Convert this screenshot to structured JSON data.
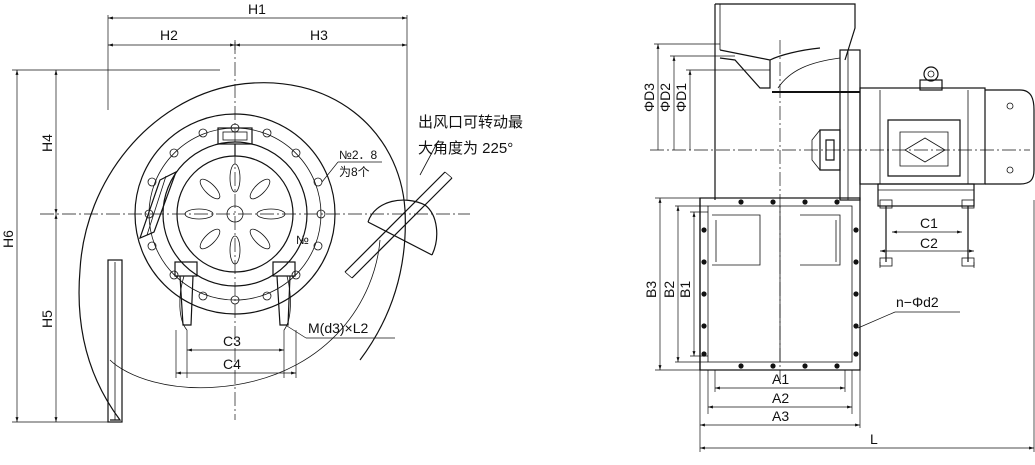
{
  "front_view": {
    "labels": {
      "h1": "H1",
      "h2": "H2",
      "h3": "H3",
      "h4": "H4",
      "h5": "H5",
      "h6": "H6",
      "c3": "C3",
      "c4": "C4",
      "bolt": "M(d3)×L2",
      "size_no": "№2．8",
      "size_count": "为8个",
      "no": "№"
    },
    "note_line1": "出风口可转动最",
    "note_line2": "大角度为 225°"
  },
  "side_view": {
    "labels": {
      "d3": "ΦD3",
      "d2": "ΦD2",
      "d1": "ΦD1",
      "b3": "B3",
      "b2": "B2",
      "b1": "B1",
      "a1": "A1",
      "a2": "A2",
      "a3": "A3",
      "c1": "C1",
      "c2": "C2",
      "l": "L",
      "holes": "n−Φd2"
    }
  }
}
